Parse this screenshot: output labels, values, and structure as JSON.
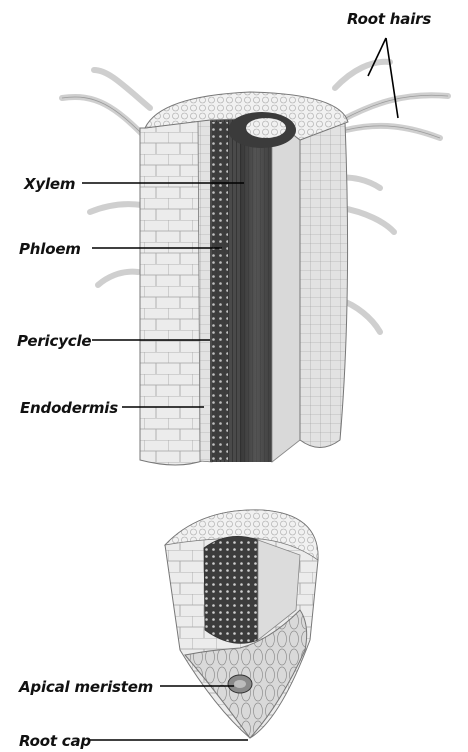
{
  "labels": {
    "root_hairs": "Root hairs",
    "xylem": "Xylem",
    "phloem": "Phloem",
    "pericycle": "Pericycle",
    "endodermis": "Endodermis",
    "apical_meristem": "Apical meristem",
    "root_cap": "Root cap"
  },
  "colors": {
    "outer_cells": "#e9e9e9",
    "cell_lines": "#9a9a9a",
    "dark_core": "#3a3a3a",
    "root_hair": "#d6d6d6"
  }
}
